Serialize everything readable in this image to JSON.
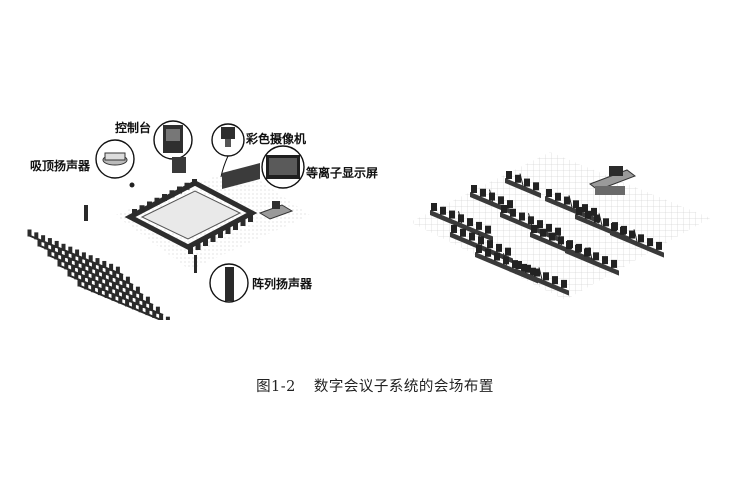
{
  "labels": {
    "control_console": "控制台",
    "color_camera": "彩色摄像机",
    "ceiling_speaker": "吸顶扬声器",
    "plasma_display": "等离子显示屏",
    "array_speaker": "阵列扬声器"
  },
  "caption": {
    "number": "图1-2",
    "text": "数字会议子系统的会场布置"
  },
  "colors": {
    "ink": "#111111",
    "furniture": "#3a3a3a",
    "floor_grid": "#d6d6d6"
  }
}
